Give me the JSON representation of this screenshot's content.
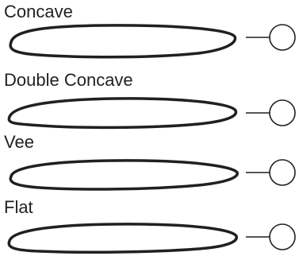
{
  "colors": {
    "ink": "#231f20",
    "background": "#ffffff"
  },
  "profiles": [
    {
      "label": "Concave"
    },
    {
      "label": "Double Concave"
    },
    {
      "label": "Vee"
    },
    {
      "label": "Flat"
    }
  ]
}
